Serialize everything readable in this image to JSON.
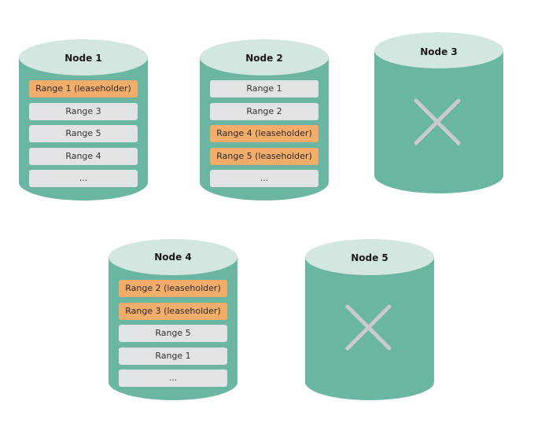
{
  "colors": {
    "cylinder_body": "#6bb6a2",
    "cylinder_top": "#d4e6e1",
    "range_default": "#e2e3e6",
    "range_leaseholder": "#f2ad6b",
    "cross": "#c9cbcd"
  },
  "nodes": [
    {
      "label": "Node 1",
      "status": "up",
      "ranges": [
        {
          "label": "Range 1 (leaseholder)",
          "leaseholder": true
        },
        {
          "label": "Range 3",
          "leaseholder": false
        },
        {
          "label": "Range 5",
          "leaseholder": false
        },
        {
          "label": "Range 4",
          "leaseholder": false
        },
        {
          "label": "...",
          "leaseholder": false
        }
      ]
    },
    {
      "label": "Node 2",
      "status": "up",
      "ranges": [
        {
          "label": "Range 1",
          "leaseholder": false
        },
        {
          "label": "Range 2",
          "leaseholder": false
        },
        {
          "label": "Range 4 (leaseholder)",
          "leaseholder": true
        },
        {
          "label": "Range 5 (leaseholder)",
          "leaseholder": true
        },
        {
          "label": "...",
          "leaseholder": false
        }
      ]
    },
    {
      "label": "Node 3",
      "status": "down",
      "icon": "cross-icon",
      "ranges": []
    },
    {
      "label": "Node 4",
      "status": "up",
      "ranges": [
        {
          "label": "Range 2 (leaseholder)",
          "leaseholder": true
        },
        {
          "label": "Range 3 (leaseholder)",
          "leaseholder": true
        },
        {
          "label": "Range 5",
          "leaseholder": false
        },
        {
          "label": "Range 1",
          "leaseholder": false
        },
        {
          "label": "...",
          "leaseholder": false
        }
      ]
    },
    {
      "label": "Node 5",
      "status": "down",
      "icon": "cross-icon",
      "ranges": []
    }
  ]
}
